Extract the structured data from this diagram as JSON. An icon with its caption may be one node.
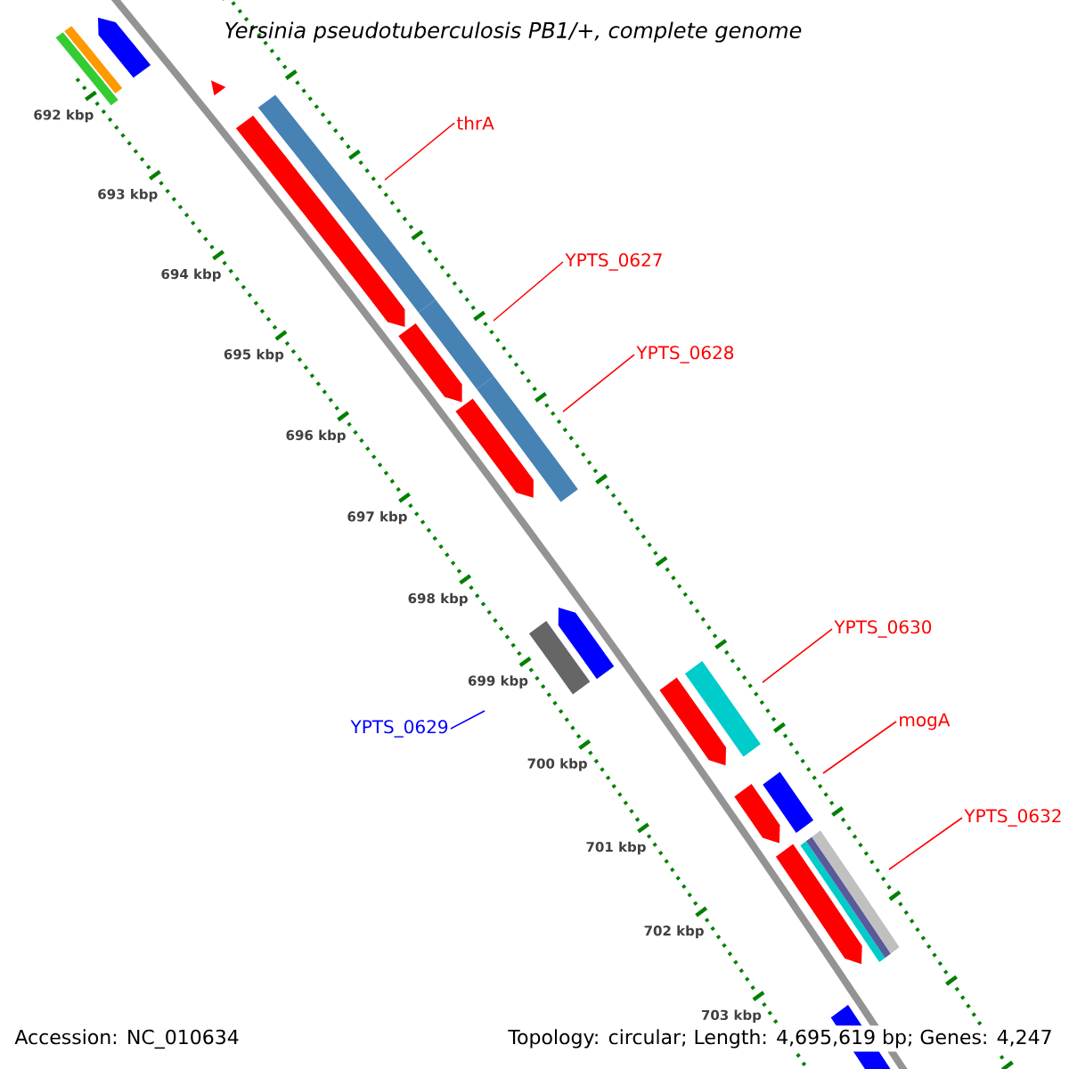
{
  "diagram": {
    "title": "Yersinia pseudotuberculosis PB1/+, complete genome",
    "nodes": [
      {
        "text": [
          "thrA"
        ]
      },
      {
        "text": [
          "YPTS_0627"
        ]
      },
      {
        "text": [
          "YPTS_0628"
        ]
      },
      {
        "text": [
          "YPTS_0630"
        ]
      },
      {
        "text": [
          "mogA"
        ]
      },
      {
        "text": [
          "YPTS_0629"
        ]
      },
      {
        "text": [
          "YPTS_0632"
        ]
      }
    ],
    "edges": [
      {
        "from": 0,
        "to": null,
        "arrow": "none"
      },
      {
        "from": 1,
        "to": null,
        "arrow": "none"
      },
      {
        "from": 2,
        "to": null,
        "arrow": "none"
      },
      {
        "from": 3,
        "to": null,
        "arrow": "none"
      },
      {
        "from": 4,
        "to": null,
        "arrow": "none"
      },
      {
        "from": 5,
        "to": null,
        "arrow": "none",
        "color": "#0000ff"
      },
      {
        "from": 6,
        "to": null,
        "arrow": "none"
      }
    ],
    "labels": [
      "692 kbp",
      "693 kbp",
      "694 kbp",
      "695 kbp",
      "696 kbp",
      "697 kbp",
      "698 kbp",
      "699 kbp",
      "700 kbp",
      "701 kbp",
      "702 kbp",
      "703 kbp",
      "Accession: NC_010634",
      "Topology: circular; Length: 4,695,619 bp; Genes: 4,247"
    ]
  }
}
